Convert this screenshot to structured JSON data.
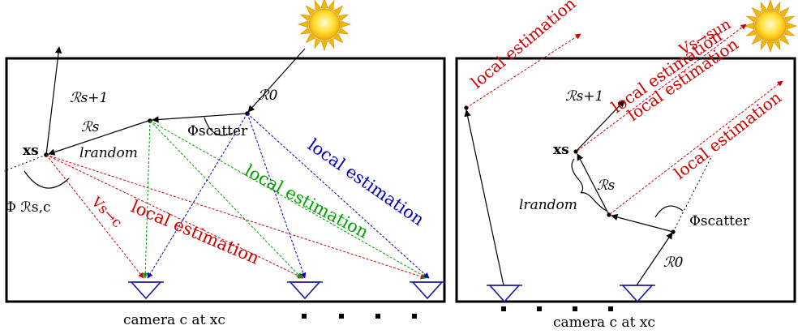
{
  "left_panel": {
    "labels": {
      "rs_next": "ℛs+1",
      "r0": "ℛ0",
      "rs": "ℛs",
      "phi_scatter": "Φscatter",
      "xs": "xs",
      "l_random": "lrandom",
      "phi_rs_c": "Φ ℛs,c",
      "v_s_c": "Vs→c",
      "local_est_red": "local estimation",
      "local_est_green": "local estimation",
      "local_est_blue": "local estimation"
    },
    "caption": "camera c at xc"
  },
  "right_panel": {
    "labels": {
      "local_est_top": "local estimation",
      "v_s_sun": "Vs→sun",
      "local_est_1": "local estimation",
      "local_est_2": "local estimation",
      "local_est_3": "local estimation",
      "rs_next": "ℛs+1",
      "xs": "xs",
      "rs": "ℛs",
      "l_random": "lrandom",
      "phi_scatter": "Φscatter",
      "r0": "ℛ0"
    },
    "caption": "camera c at xc"
  },
  "colors": {
    "red": "#d00000",
    "green": "#00a000",
    "blue": "#0000c0",
    "camera": "#1a1a9c",
    "sun": "#ffd200"
  },
  "icons": [
    "sun-icon",
    "camera-icon"
  ]
}
